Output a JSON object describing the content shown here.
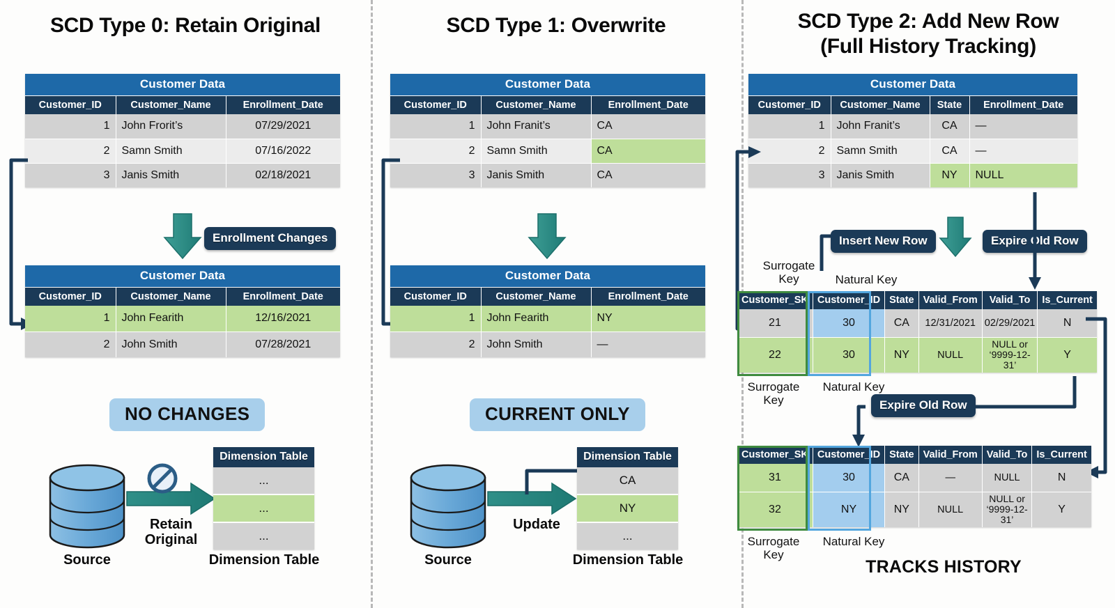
{
  "columns": [
    {
      "id": "type0",
      "title": "SCD Type 0: Retain Original",
      "top_table": {
        "caption": "Customer Data",
        "headers": [
          "Customer_ID",
          "Customer_Name",
          "Enrollment_Date"
        ],
        "rows": [
          {
            "cells": [
              "1",
              "John Frorit’s",
              "07/29/2021"
            ]
          },
          {
            "cells": [
              "2",
              "Samn Smith",
              "07/16/2022"
            ]
          },
          {
            "cells": [
              "3",
              "Janis Smith",
              "02/18/2021"
            ]
          }
        ]
      },
      "badge": "Enrollment Changes",
      "bottom_table": {
        "caption": "Customer Data",
        "headers": [
          "Customer_ID",
          "Customer_Name",
          "Enrollment_Date"
        ],
        "rows": [
          {
            "cells": [
              "1",
              "John Fearith",
              "12/16/2021"
            ],
            "highlight": "green"
          },
          {
            "cells": [
              "2",
              "John Smith",
              "07/28/2021"
            ]
          }
        ]
      },
      "pill": "NO CHANGES",
      "flow": {
        "source_label": "Source",
        "arrow_label": "Retain\nOriginal",
        "target_label": "Dimension Table",
        "dim_table_header": "Dimension Table",
        "dim_rows": [
          "...",
          "...",
          "..."
        ],
        "dim_highlight_index": 1,
        "has_block_icon": true
      }
    },
    {
      "id": "type1",
      "title": "SCD Type 1: Overwrite",
      "top_table": {
        "caption": "Customer Data",
        "headers": [
          "Customer_ID",
          "Customer_Name",
          "Enrollment_Date"
        ],
        "rows": [
          {
            "cells": [
              "1",
              "John Franit’s",
              "CA"
            ]
          },
          {
            "cells": [
              "2",
              "Samn Smith",
              "CA"
            ],
            "cell_highlight": {
              "2": "green"
            }
          },
          {
            "cells": [
              "3",
              "Janis Smith",
              "CA"
            ]
          }
        ]
      },
      "bottom_table": {
        "caption": "Customer Data",
        "headers": [
          "Customer_ID",
          "Customer_Name",
          "Enrollment_Date"
        ],
        "rows": [
          {
            "cells": [
              "1",
              "John Fearith",
              "NY"
            ],
            "highlight": "green"
          },
          {
            "cells": [
              "2",
              "John Smith",
              "—"
            ]
          }
        ]
      },
      "pill": "CURRENT ONLY",
      "flow": {
        "source_label": "Source",
        "arrow_label": "Update",
        "target_label": "Dimension Table",
        "dim_table_header": "Dimension Table",
        "dim_rows": [
          "CA",
          "NY",
          "..."
        ],
        "dim_highlight_index": 1,
        "has_block_icon": false
      }
    },
    {
      "id": "type2",
      "title_line1": "SCD Type 2: Add New Row",
      "title_line2": "(Full History Tracking)",
      "top_table": {
        "caption": "Customer Data",
        "headers": [
          "Customer_ID",
          "Customer_Name",
          "State",
          "Enrollment_Date"
        ],
        "rows": [
          {
            "cells": [
              "1",
              "John Franit’s",
              "CA",
              "—"
            ]
          },
          {
            "cells": [
              "2",
              "Samn Smith",
              "CA",
              "—"
            ]
          },
          {
            "cells": [
              "3",
              "Janis Smith",
              "NY",
              "NULL"
            ],
            "cell_highlight": {
              "2": "green",
              "3": "green"
            }
          }
        ]
      },
      "badges": [
        {
          "label": "Insert New Row"
        },
        {
          "label": "Expire Old Row"
        },
        {
          "label": "Expire Old Row"
        }
      ],
      "key_labels": {
        "surrogate": "Surrogate\nKey",
        "natural": "Natural Key"
      },
      "mid_table": {
        "headers": [
          "Customer_SK",
          "Customer_ID",
          "State",
          "Valid_From",
          "Valid_To",
          "Is_Current"
        ],
        "rows": [
          {
            "cells": [
              "21",
              "30",
              "CA",
              "12/31/2021",
              "02/29/2021",
              "N"
            ],
            "cell_highlight": {
              "1": "blue"
            }
          },
          {
            "cells": [
              "22",
              "30",
              "NY",
              "NULL",
              "NULL or\n‘9999-12-31’",
              "Y"
            ],
            "highlight": "green",
            "cell_highlight": {
              "1": "blue"
            }
          }
        ]
      },
      "bottom_table": {
        "headers": [
          "Customer_SK",
          "Customer_ID",
          "State",
          "Valid_From",
          "Valid_To",
          "Is_Current"
        ],
        "rows": [
          {
            "cells": [
              "31",
              "30",
              "CA",
              "—",
              "NULL",
              "N"
            ],
            "cell_highlight": {
              "0": "green",
              "1": "blue"
            }
          },
          {
            "cells": [
              "32",
              "NY",
              "NY",
              "NULL",
              "NULL or\n‘9999-12-31’",
              "Y"
            ],
            "cell_highlight": {
              "0": "green",
              "1": "blue"
            }
          }
        ]
      },
      "footer": "TRACKS HISTORY"
    }
  ],
  "colors": {
    "caption_blue": "#1e69a8",
    "header_navy": "#1b3a57",
    "highlight_green": "#bede9a",
    "highlight_blue": "#a3cdee",
    "arrow_teal": "#2e8e88",
    "pill_blue": "#a8cfeb",
    "row_gray": "#d2d2d2",
    "row_gray_alt": "#ececec",
    "cylinder_blue": "#6aa9d8"
  }
}
